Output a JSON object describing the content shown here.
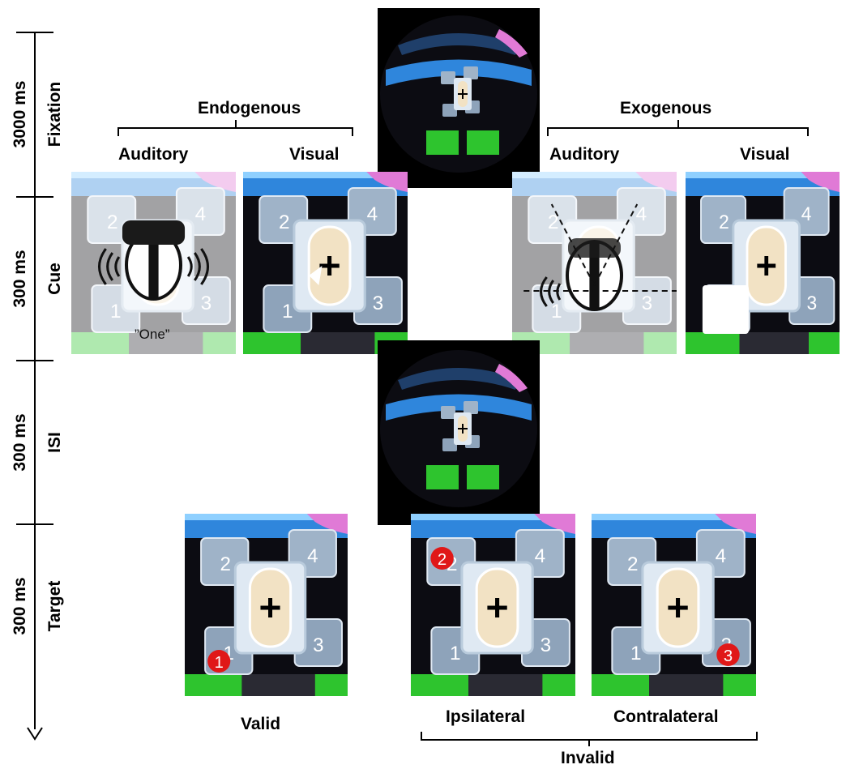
{
  "timeline": {
    "phases": [
      {
        "duration": "3000 ms",
        "name": "Fixation"
      },
      {
        "duration": "300 ms",
        "name": "Cue"
      },
      {
        "duration": "300 ms",
        "name": "ISI"
      },
      {
        "duration": "300 ms",
        "name": "Target"
      }
    ]
  },
  "headers": {
    "endogenous": "Endogenous",
    "exogenous": "Exogenous",
    "endo_auditory": "Auditory",
    "endo_visual": "Visual",
    "exo_auditory": "Auditory",
    "exo_visual": "Visual"
  },
  "cue": {
    "spoken_word": "”One”"
  },
  "tiles": {
    "one": "1",
    "two": "2",
    "three": "3",
    "four": "4"
  },
  "target_labels": {
    "valid": "Valid",
    "ipsilateral": "Ipsilateral",
    "contralateral": "Contralateral",
    "invalid": "Invalid"
  },
  "colors": {
    "sky": "#3a8fe0",
    "green_floor": "#2ec42e",
    "tile": "#9fb3c8",
    "tray": "#dfe9f3",
    "pad": "#f2e2c4",
    "target_red": "#e01818",
    "dark": "#0c0c12"
  }
}
